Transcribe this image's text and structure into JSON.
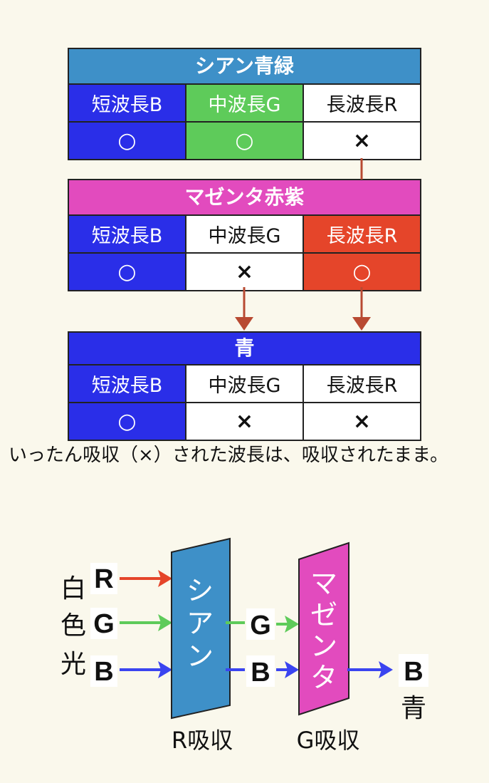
{
  "colors": {
    "cyan": "#3E90C8",
    "magenta": "#E24BBE",
    "blue": "#2A2EE8",
    "green": "#5ECB5A",
    "red": "#E5452A",
    "white": "#FFFFFF",
    "connector": "#B84A32"
  },
  "tables": [
    {
      "title": "シアン青緑",
      "headers": [
        "短波長B",
        "中波長G",
        "長波長R"
      ],
      "marks": [
        "○",
        "○",
        "×"
      ],
      "title_color": "cyan",
      "cell_colors": [
        "blue",
        "green",
        "white"
      ]
    },
    {
      "title": "マゼンタ赤紫",
      "headers": [
        "短波長B",
        "中波長G",
        "長波長R"
      ],
      "marks": [
        "○",
        "×",
        "○"
      ],
      "title_color": "magenta",
      "cell_colors": [
        "blue",
        "white",
        "red"
      ]
    },
    {
      "title": "青",
      "headers": [
        "短波長B",
        "中波長G",
        "長波長R"
      ],
      "marks": [
        "○",
        "×",
        "×"
      ],
      "title_color": "blue",
      "cell_colors": [
        "blue",
        "white",
        "white"
      ]
    }
  ],
  "note": "いったん吸収（×）された波長は、吸収されたまま。",
  "diagram": {
    "white_light": [
      "白",
      "色",
      "光"
    ],
    "input_letters": [
      "R",
      "G",
      "B"
    ],
    "filter1": "シアン",
    "filter2": "マゼンタ",
    "mid_letters": [
      "G",
      "B"
    ],
    "output_letter": "B",
    "output_label": "青",
    "absorb1": "R吸収",
    "absorb2": "G吸収"
  }
}
